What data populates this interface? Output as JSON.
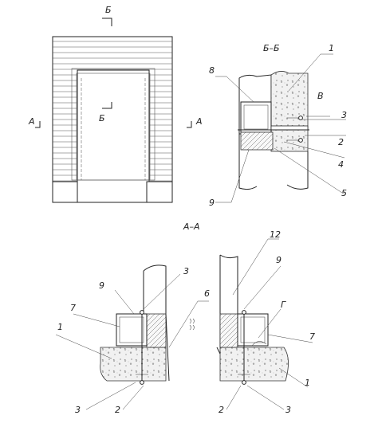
{
  "views": {
    "section_bb_title": "Б–Б",
    "section_aa_title": "А–А"
  },
  "cut_marks": {
    "b_top": "Б",
    "b_mid": "Б",
    "a_left": "А",
    "a_right": "А"
  },
  "callouts": {
    "bb": [
      "1",
      "8",
      "В",
      "3",
      "2",
      "4",
      "5",
      "9"
    ],
    "aa_left": [
      "3",
      "9",
      "6",
      "7",
      "1",
      "3",
      "2"
    ],
    "aa_right": [
      "12",
      "9",
      "Г",
      "7",
      "1",
      "2",
      "3"
    ]
  }
}
